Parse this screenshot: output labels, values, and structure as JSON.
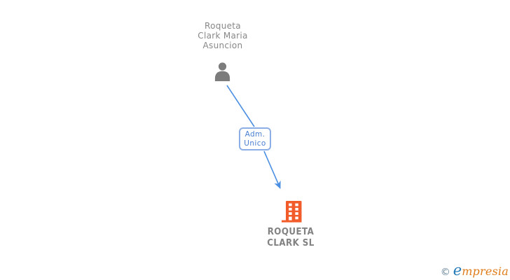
{
  "diagram_type": "corporate-structure",
  "person": {
    "name": "Roqueta Clark Maria Asuncion",
    "name_lines": [
      "Roqueta",
      "Clark Maria",
      "Asuncion"
    ]
  },
  "relation": {
    "label": "Adm. Unico",
    "label_lines": [
      "Adm.",
      "Unico"
    ]
  },
  "company": {
    "name": "ROQUETA CLARK SL",
    "name_lines": [
      "ROQUETA",
      "CLARK SL"
    ]
  },
  "watermark": {
    "copyright": "©",
    "brand_initial": "e",
    "brand_rest": "mpresia",
    "brand_full": "empresia"
  },
  "colors": {
    "connector_blue": "#4b8fe2",
    "relation_border": "#8caee6",
    "relation_text": "#4a7fd1",
    "text_gray": "#878787",
    "person_icon_gray": "#7c7c7c",
    "building_orange": "#f25c2a",
    "window_white": "#ffffff",
    "logo_blue": "#2078b8",
    "logo_orange": "#e07b1a",
    "logo_copyright_gray": "#5f7d92",
    "background": "#ffffff"
  }
}
